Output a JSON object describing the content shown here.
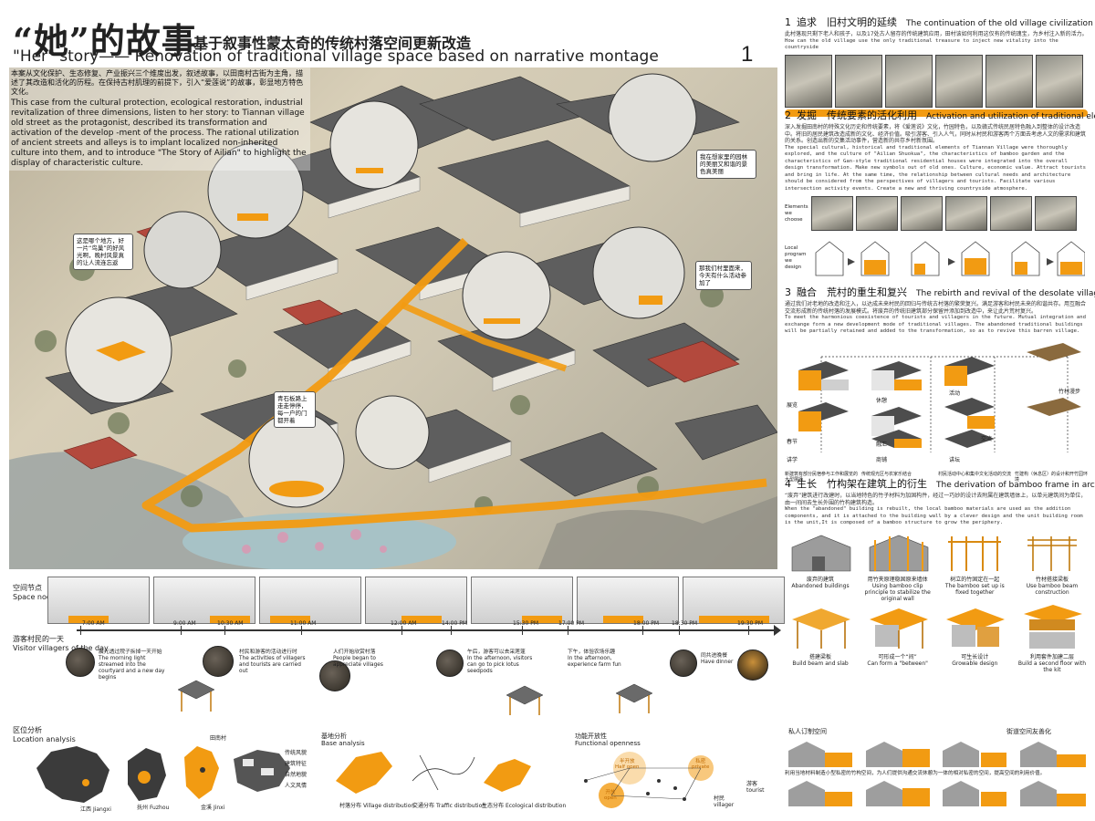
{
  "header": {
    "title_cn": "“她”的故事",
    "subtitle_cn": "基于叙事性蒙太奇的传统村落空间更新改造",
    "title_en": "\"Her\" story—— Renovation of traditional village space based on narrative montage",
    "page_number": "1"
  },
  "intro": {
    "cn": "本案从文化保护、生态修复、产业振兴三个维度出发，叙述故事，以田南村古街为主角，描述了其改造和活化的历程。在保持古村肌理的前提下，引入“爱莲说”的故事，彰显地方特色文化。",
    "en": "This case from the cultural protection, ecological restoration, industrial revitalization of three dimensions, listen to her story: to Tiannan village old street as the protagonist, described its transformation and activation of the develop -ment of the process. The rational utilization of ancient streets and alleys is to implant localized non-inherited culture into them, and to introduce \"The Story of Ailian\" to highlight the display of characteristic culture."
  },
  "map_bubbles": [
    "这是哪个地方，好一片“鸟巢”的好风光啊，晚村风景真的让人流连忘返",
    "我在想家里的园林的美丽又和谐的景色真美丽",
    "青石板路上走走停停，每一户的门都开着",
    "那我们村里面来，今天有什么活动参加了"
  ],
  "sections": {
    "s1": {
      "num": "1",
      "cn": "追求　旧村文明的延续",
      "en": "The continuation of the old village civilization",
      "body_cn": "此村落现只剩下老人和孩子，以及17处古人留存的传统建筑应用，田村该如何利用这仅有的传统瑰宝，为乡村注入新的活力。",
      "body_en": "How can the old village use the only traditional treasure to inject new vitality into the countryside"
    },
    "s2": {
      "num": "2",
      "cn": "发掘　传统要素的活化利用",
      "en": "Activation and utilization of traditional elements?",
      "body_cn": "深入发掘田南村的特殊文化历史和传统要素，将《爱莲说》文化，竹园特色，以及赣式传统民居特色融入到整体的设计改造中。将旧的居民建筑改造成新的文化、经济价值。吸引游客、引入人气，同时从村民和游客两个方面去考虑人文的需求和建筑的关系。创造出新的交集活动事件，营造新的共存乡村新氛围。",
      "body_en": "The special cultural, historical and traditional elements of Tiannan Village were thoroughly explored, and the culture of \"Ailian Shuokua\", the characteristics of bamboo garden and the characteristics of Gan-style traditional residential houses were integrated into the overall design transformation. Make new symbols out of old ones. Culture, economic value. Attract tourists and bring in life. At the same time, the relationship between cultural needs and architecture should be considered from the perspectives of villagers and tourists. Facilitate various intersection activity events. Create a new and thriving countryside atmosphere.",
      "elements_label": "Elements we choose",
      "program_label": "Local program we design"
    },
    "s3": {
      "num": "3",
      "cn": "融合　荒村的重生和复兴",
      "en": "The rebirth and revival of the desolate village",
      "body_cn": "通过我们对老地的改造和注入，以达成未来村民的回归与传统古村落的繁荣复兴。满足游客和村民未来的和谐共存。用互融合交流形成新的传统村落的发展模式。将废弃的传统旧建筑部分保留并添加到改造中，来让此片荒村复兴。",
      "body_en": "To meet the harmonious coexistence of tourists and villagers in the future. Mutual integration and exchange form a new development mode of traditional villages. The abandoned traditional buildings will be partially retained and added to the transformation, so as to revive this barren village.",
      "labels": [
        "展览",
        "休憩",
        "活动",
        "竹林漫步",
        "春节",
        "融汇",
        "交流",
        "讲学",
        "商铺",
        "讲坛"
      ],
      "captions": [
        "新建筑有部分民宿参与工作和展览的大型展场",
        "传统观光区与农家乐结合",
        "村民活动中心和集中文化活动的交流",
        "竹建构（休息区）的设计和开竹园环境"
      ]
    },
    "s4": {
      "num": "4",
      "cn": "生长　竹构架在建筑上的衍生",
      "en": "The derivation of bamboo frame in architecture",
      "body_cn": "“废弃”建筑进行改建时，以当地特色的竹子材料为加固构件，经过一巧妙的设计去附属在建筑墙体上，以单元建筑间为单位，由一间间去生长外围的竹构建筑构造。",
      "body_en": "When the \"abandoned\" building is rebuilt, the local bamboo materials are used as the addition components, and it is attached to the building wall by a clever design and the unit building room is the unit,It is composed of a bamboo structure to grow the periphery.",
      "steps_top": [
        {
          "cn": "废弃的建筑",
          "en": "Abandoned buildings"
        },
        {
          "cn": "用竹夹原理稳固原来墙体",
          "en": "Using bamboo clip principle to stabilize the original wall"
        },
        {
          "cn": "树立的竹固定在一起",
          "en": "The bamboo set up is fixed together"
        },
        {
          "cn": "竹材搭接梁板",
          "en": "Use bamboo beam construction"
        }
      ],
      "steps_bottom": [
        {
          "cn": "搭建梁板",
          "en": "Build beam and slab"
        },
        {
          "cn": "可形成一个“间”",
          "en": "Can form a \"between\""
        },
        {
          "cn": "可生长设计",
          "en": "Growable design"
        },
        {
          "cn": "利用套件加建二层",
          "en": "Build a second floor with the kit"
        }
      ]
    },
    "s5": {
      "private": "私人订制空间",
      "street": "街道空间友善化",
      "caption": "利用当地材料制造小型私密的竹构空间，为人们提供沟通交流休憩为一体的相对私密的空间，提高空间的利用价值。"
    }
  },
  "space_node": {
    "cn": "空间节点",
    "en": "Space node"
  },
  "day": {
    "cn": "游客村民的一天",
    "en": "Visitor villagers of the day",
    "times": [
      "7:00 AM",
      "9:00 AM",
      "10:30 AM",
      "11:00 AM",
      "12:00 AM",
      "14:00 PM",
      "15:30 PM",
      "17:00 PM",
      "18:00 PM",
      "18:30 PM",
      "19:30 PM"
    ],
    "events": [
      {
        "cn": "晨光透过院子拆掉一天开始",
        "en": "The morning light streamed into the courtyard and a new day begins"
      },
      {
        "cn": "村民和游客的活动进行时",
        "en": "The activities of villagers and tourists are carried out"
      },
      {
        "cn": "人们开始欣赏村落",
        "en": "People began to appreciate villages"
      },
      {
        "cn": "午后，游客可以去采莲蓬",
        "en": "In the afternoon, visitors can go to pick lotus seedpods"
      },
      {
        "cn": "下午，体验农场乐趣",
        "en": "In the afternoon, experience farm fun"
      },
      {
        "cn": "同共进晚餐",
        "en": "Have dinner"
      }
    ]
  },
  "location": {
    "cn": "区位分析",
    "en": "Location analysis",
    "places": [
      {
        "cn": "江西",
        "en": "Jiangxi"
      },
      {
        "cn": "抚州",
        "en": "Fuzhou"
      },
      {
        "cn": "金溪",
        "en": "Jinxi"
      }
    ],
    "village": "田南村",
    "legend": [
      "传统风貌",
      "建筑特征",
      "自然地貌",
      "人文风情"
    ]
  },
  "base": {
    "cn": "基地分析",
    "en": "Base analysis",
    "items": [
      {
        "cn": "村落分布",
        "en": "Village distribution"
      },
      {
        "cn": "交通分布",
        "en": "Traffic distribution"
      },
      {
        "cn": "生态分布",
        "en": "Ecological distribution"
      }
    ]
  },
  "function": {
    "cn": "功能开放性",
    "en": "Functional openness",
    "nodes": [
      {
        "cn": "半开放",
        "en": "Half open"
      },
      {
        "cn": "私密",
        "en": "private"
      },
      {
        "cn": "开放",
        "en": "open"
      }
    ],
    "tourist": {
      "cn": "游客",
      "en": "tourist"
    },
    "villager": {
      "cn": "村民",
      "en": "villager"
    }
  },
  "colors": {
    "accent": "#f29b12",
    "roof": "#5b5b5b",
    "wall": "#e9e6de",
    "ground": "#cfc7b2"
  }
}
